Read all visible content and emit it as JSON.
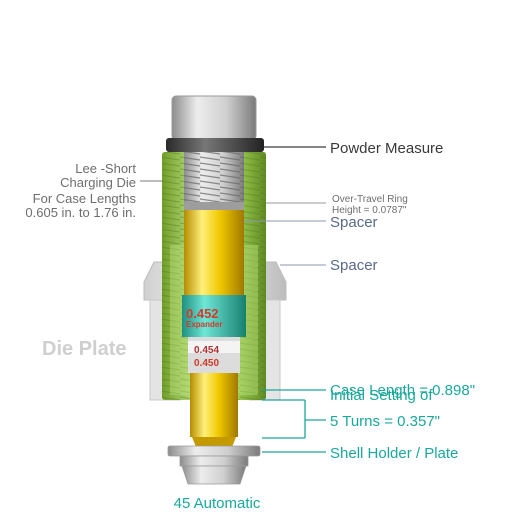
{
  "labels": {
    "powder_measure": "Powder Measure",
    "die_name_line1": "Lee -Short",
    "die_name_line2": "Charging Die",
    "die_note_line1": "For Case Lengths",
    "die_note_line2": "0.605 in. to 1.76 in.",
    "over_travel_line1": "Over-Travel Ring",
    "over_travel_line2": "Height = 0.0787\"",
    "spacer_upper": "Spacer",
    "spacer_lower": "Spacer",
    "die_plate": "Die Plate",
    "case_length": "Case Length = 0.898\"",
    "initial_setting": "Initial Setting of",
    "turns": "5 Turns = 0.357\"",
    "shell_holder": "Shell Holder / Plate",
    "cartridge": "45 Automatic"
  },
  "expander_marks": {
    "size_value": "0.452",
    "size_word": "Expander",
    "dim_upper": "0.454",
    "dim_lower": "0.450"
  },
  "colors": {
    "label_dark": "#3a3a3a",
    "label_grey": "#6e6e6e",
    "accent_teal": "#1aa89c",
    "die_body_green": "#9ccc4a",
    "brass_gold": "#e8c000",
    "expander_cyan": "#2ec4b0",
    "mark_red": "#d23a2a",
    "steel_grey": "#b8b8b8"
  }
}
